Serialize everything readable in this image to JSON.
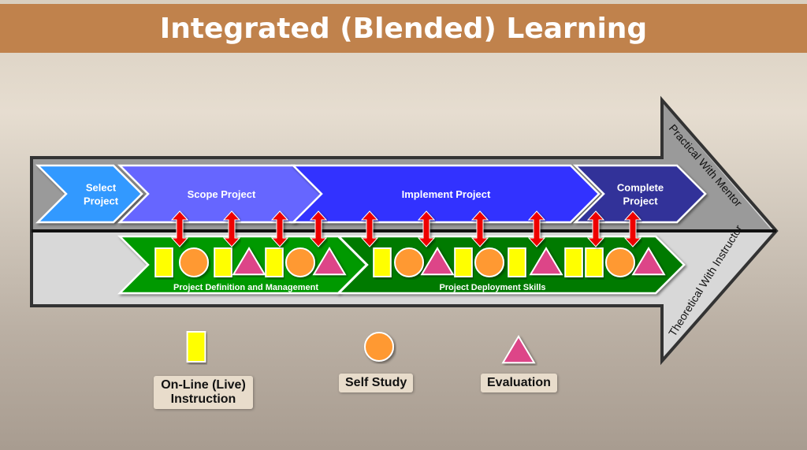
{
  "title": "Integrated (Blended) Learning",
  "top_track": {
    "label": "Practical With Mentor",
    "phases": [
      "Select Project",
      "Scope Project",
      "Implement Project",
      "Complete Project"
    ],
    "colors": [
      "#3399ff",
      "#6666ff",
      "#3333ff",
      "#333399"
    ]
  },
  "bottom_track": {
    "label": "Theoretical With Instructor",
    "phases": [
      "Project Definition and Management",
      "Project Deployment Skills"
    ],
    "color": "#009900",
    "sequence_1": [
      "rect",
      "circle",
      "rect",
      "triangle",
      "rect",
      "circle",
      "triangle"
    ],
    "sequence_2": [
      "rect",
      "circle",
      "triangle",
      "rect",
      "circle",
      "rect",
      "triangle",
      "rect",
      "rect",
      "circle",
      "triangle"
    ]
  },
  "connector_count": 10,
  "legend": [
    {
      "shape": "rect",
      "label": "On-Line (Live) Instruction",
      "color": "#ffff00"
    },
    {
      "shape": "circle",
      "label": "Self Study",
      "color": "#ff9933"
    },
    {
      "shape": "triangle",
      "label": "Evaluation",
      "color": "#dd4488"
    }
  ],
  "colors": {
    "title_bar": "#c0824c",
    "arrow": "#e05050",
    "connector": "#ee0000"
  }
}
